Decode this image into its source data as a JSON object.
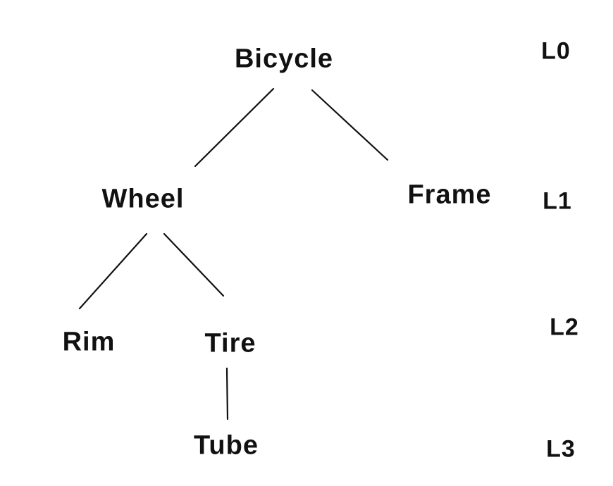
{
  "diagram": {
    "type": "tree",
    "nodes": {
      "bicycle": {
        "label": "Bicycle",
        "level": "L0"
      },
      "wheel": {
        "label": "Wheel",
        "level": "L1"
      },
      "frame": {
        "label": "Frame",
        "level": "L1"
      },
      "rim": {
        "label": "Rim",
        "level": "L2"
      },
      "tire": {
        "label": "Tire",
        "level": "L2"
      },
      "tube": {
        "label": "Tube",
        "level": "L3"
      }
    },
    "edges": [
      {
        "from": "bicycle",
        "to": "wheel"
      },
      {
        "from": "bicycle",
        "to": "frame"
      },
      {
        "from": "wheel",
        "to": "rim"
      },
      {
        "from": "wheel",
        "to": "tire"
      },
      {
        "from": "tire",
        "to": "tube"
      }
    ],
    "level_labels": {
      "l0": "L0",
      "l1": "L1",
      "l2": "L2",
      "l3": "L3"
    }
  },
  "colors": {
    "ink": "#111111",
    "background": "#ffffff"
  }
}
